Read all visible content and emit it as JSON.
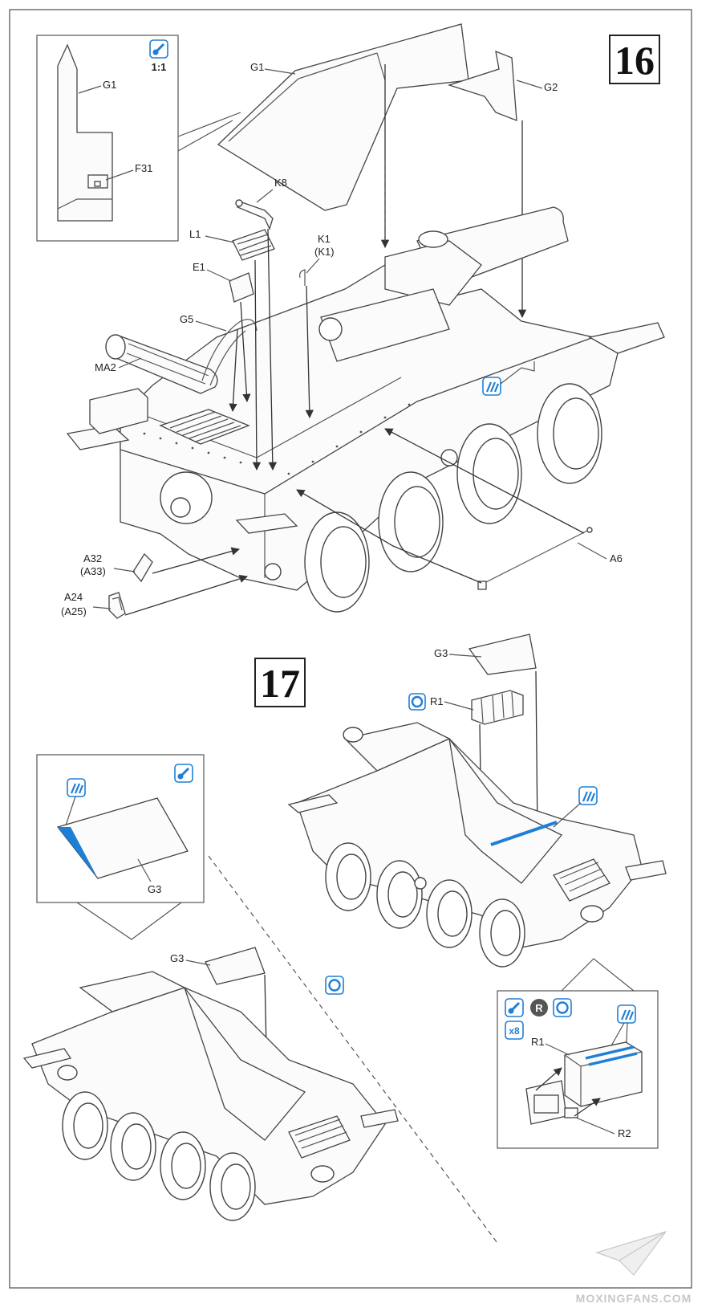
{
  "steps": {
    "s16": "16",
    "s17": "17"
  },
  "labels": {
    "G1": "G1",
    "G1_inset": "G1",
    "G2": "G2",
    "F31": "F31",
    "K8": "K8",
    "L1": "L1",
    "K1": "K1",
    "K1_alt": "(K1)",
    "E1": "E1",
    "G5": "G5",
    "MA2": "MA2",
    "A6": "A6",
    "A32": "A32",
    "A33": "(A33)",
    "A24": "A24",
    "A25": "(A25)",
    "G3_top": "G3",
    "G3_inset": "G3",
    "G3_bottom": "G3",
    "R1_top": "R1",
    "R1_inset": "R1",
    "R2": "R2",
    "scale": "1:1",
    "count": "x8",
    "r_badge": "R"
  },
  "watermark": "MOXINGFANS.COM",
  "colors": {
    "accent": "#1e7fd6",
    "line": "#444444"
  },
  "icons": [
    "glue-icon",
    "paint-icon",
    "alternate-icon",
    "repeat-icon"
  ]
}
